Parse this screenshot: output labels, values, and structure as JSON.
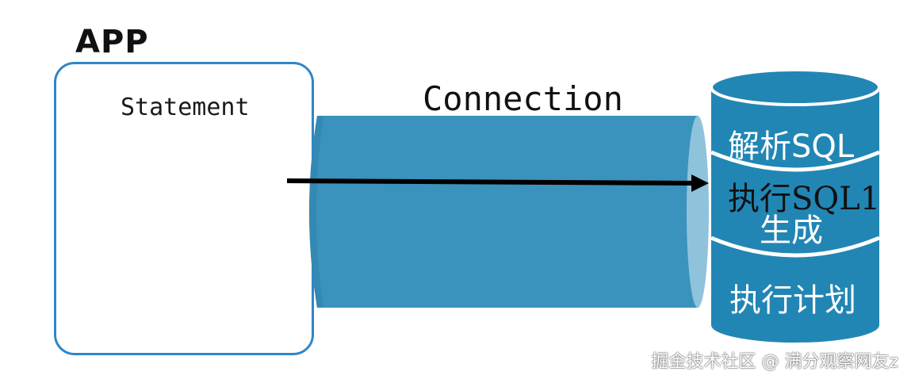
{
  "diagram": {
    "app_title": "APP",
    "statement_label": "Statement",
    "connection_label": "Connection",
    "database_lines": [
      "解析SQL",
      "执行SQL1",
      "生成",
      "执行计划"
    ]
  },
  "watermark": "掘金技术社区 @ 满分观察网友z",
  "colors": {
    "app_border": "#2f86c8",
    "pipe_body": "#3a93bd",
    "pipe_end": "#8fc3dc",
    "db_body": "#2286b4",
    "db_separator": "#ffffff",
    "arrow": "#000000"
  }
}
